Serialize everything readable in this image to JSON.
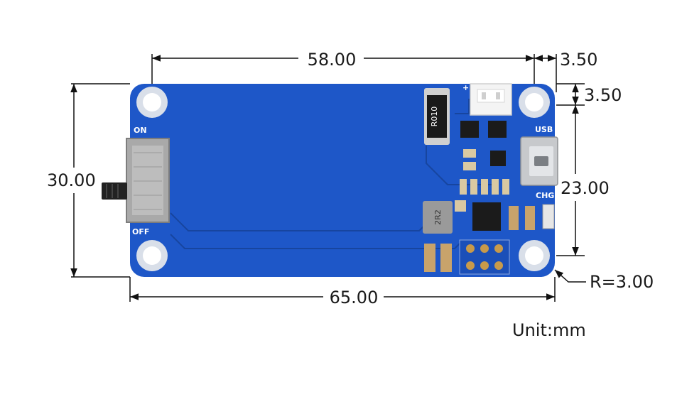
{
  "dimensions": {
    "top_width": "58.00",
    "right_offset_x": "3.50",
    "right_offset_y": "3.50",
    "left_height": "30.00",
    "right_height": "23.00",
    "bottom_width": "65.00",
    "corner_radius": "R=3.00",
    "unit": "Unit:mm"
  },
  "board_labels": {
    "switch_on": "ON",
    "switch_off": "OFF",
    "usb": "USB",
    "charge": "CHG",
    "plus": "+",
    "resistor": "R010",
    "inductor": "2R2"
  },
  "colors": {
    "board": "#1e57c8",
    "board_dark": "#1744a8",
    "hole_pad": "#dde3ee",
    "line": "#111111",
    "text": "#1a1a1a"
  }
}
